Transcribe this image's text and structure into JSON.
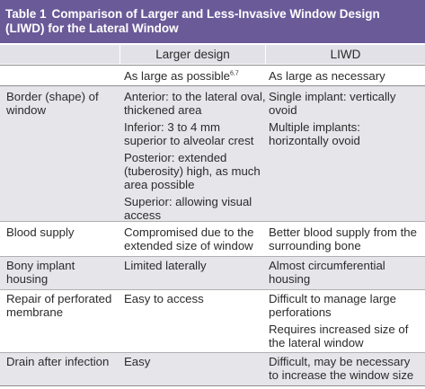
{
  "table": {
    "number": "Table 1",
    "title": "Comparison of Larger and Less-Invasive Window Design (LIWD) for the Lateral Window",
    "columns": [
      "",
      "Larger design",
      "LIWD"
    ],
    "size_row": {
      "larger": "As large as possible",
      "larger_ref": "6,7",
      "liwd": "As large as necessary"
    },
    "rows": [
      {
        "label": "Border (shape) of window",
        "larger": [
          "Anterior: to the lateral oval, thickened area",
          "Inferior: 3 to 4 mm superior to alveolar crest",
          "Posterior: extended (tuberosity) high, as much area possible",
          "Superior: allowing visual access"
        ],
        "liwd": [
          "Single implant: vertically ovoid",
          "Multiple implants: horizontally ovoid"
        ]
      },
      {
        "label": "Blood supply",
        "larger": [
          "Compromised due to the extended size of window"
        ],
        "liwd": [
          "Better blood supply from the surrounding bone"
        ]
      },
      {
        "label": "Bony implant housing",
        "larger": [
          "Limited laterally"
        ],
        "liwd": [
          "Almost circumferential housing"
        ]
      },
      {
        "label": "Repair of perforated membrane",
        "larger": [
          "Easy to access"
        ],
        "liwd": [
          "Difficult to manage large perforations",
          "Requires increased size of the lateral window"
        ]
      },
      {
        "label": "Drain after infection",
        "larger": [
          "Easy"
        ],
        "liwd": [
          "Difficult, may be necessary to increase the window size"
        ]
      }
    ]
  }
}
